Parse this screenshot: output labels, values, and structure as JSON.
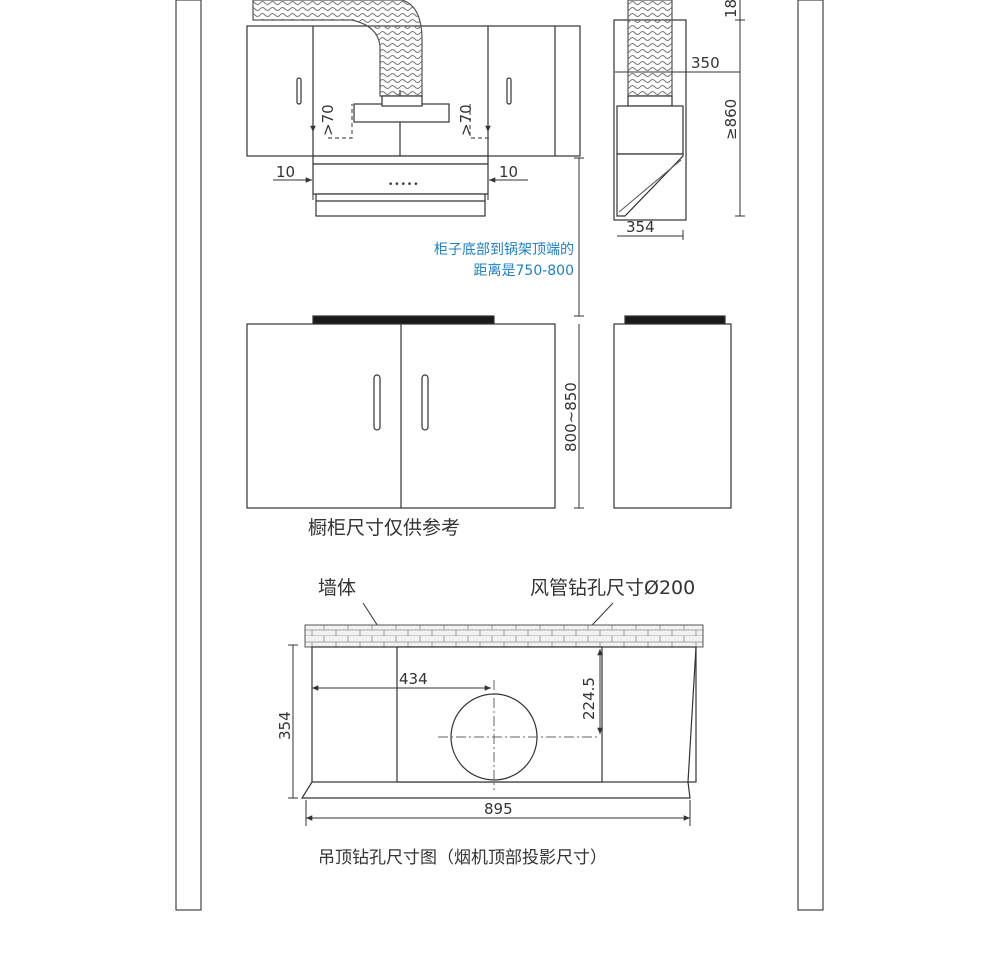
{
  "colors": {
    "line": "#333333",
    "fill": "#ffffff",
    "accent_blue": "#1f7fc8",
    "dark": "#1a1a1a",
    "grid": "#999999"
  },
  "top_view": {
    "dim_left_gap": "10",
    "dim_right_gap": "10",
    "dim_min_left": ">70",
    "dim_min_right": ">70",
    "control_dots": "•••••"
  },
  "side_view": {
    "dim_top_cut": "18",
    "dim_depth_top": "350",
    "dim_height": "≥860",
    "dim_depth_bottom": "354"
  },
  "note": {
    "line1": "柜子底部到锅架顶端的",
    "line2": "距离是750-800"
  },
  "base_cabinet": {
    "dim_height": "800~850",
    "caption": "橱柜尺寸仅供参考"
  },
  "ceiling": {
    "label_wall": "墙体",
    "label_duct": "风管钻孔尺寸Ø200",
    "dim_434": "434",
    "dim_224": "224.5",
    "dim_354": "354",
    "dim_895": "895",
    "caption": "吊顶钻孔尺寸图（烟机顶部投影尺寸）"
  }
}
